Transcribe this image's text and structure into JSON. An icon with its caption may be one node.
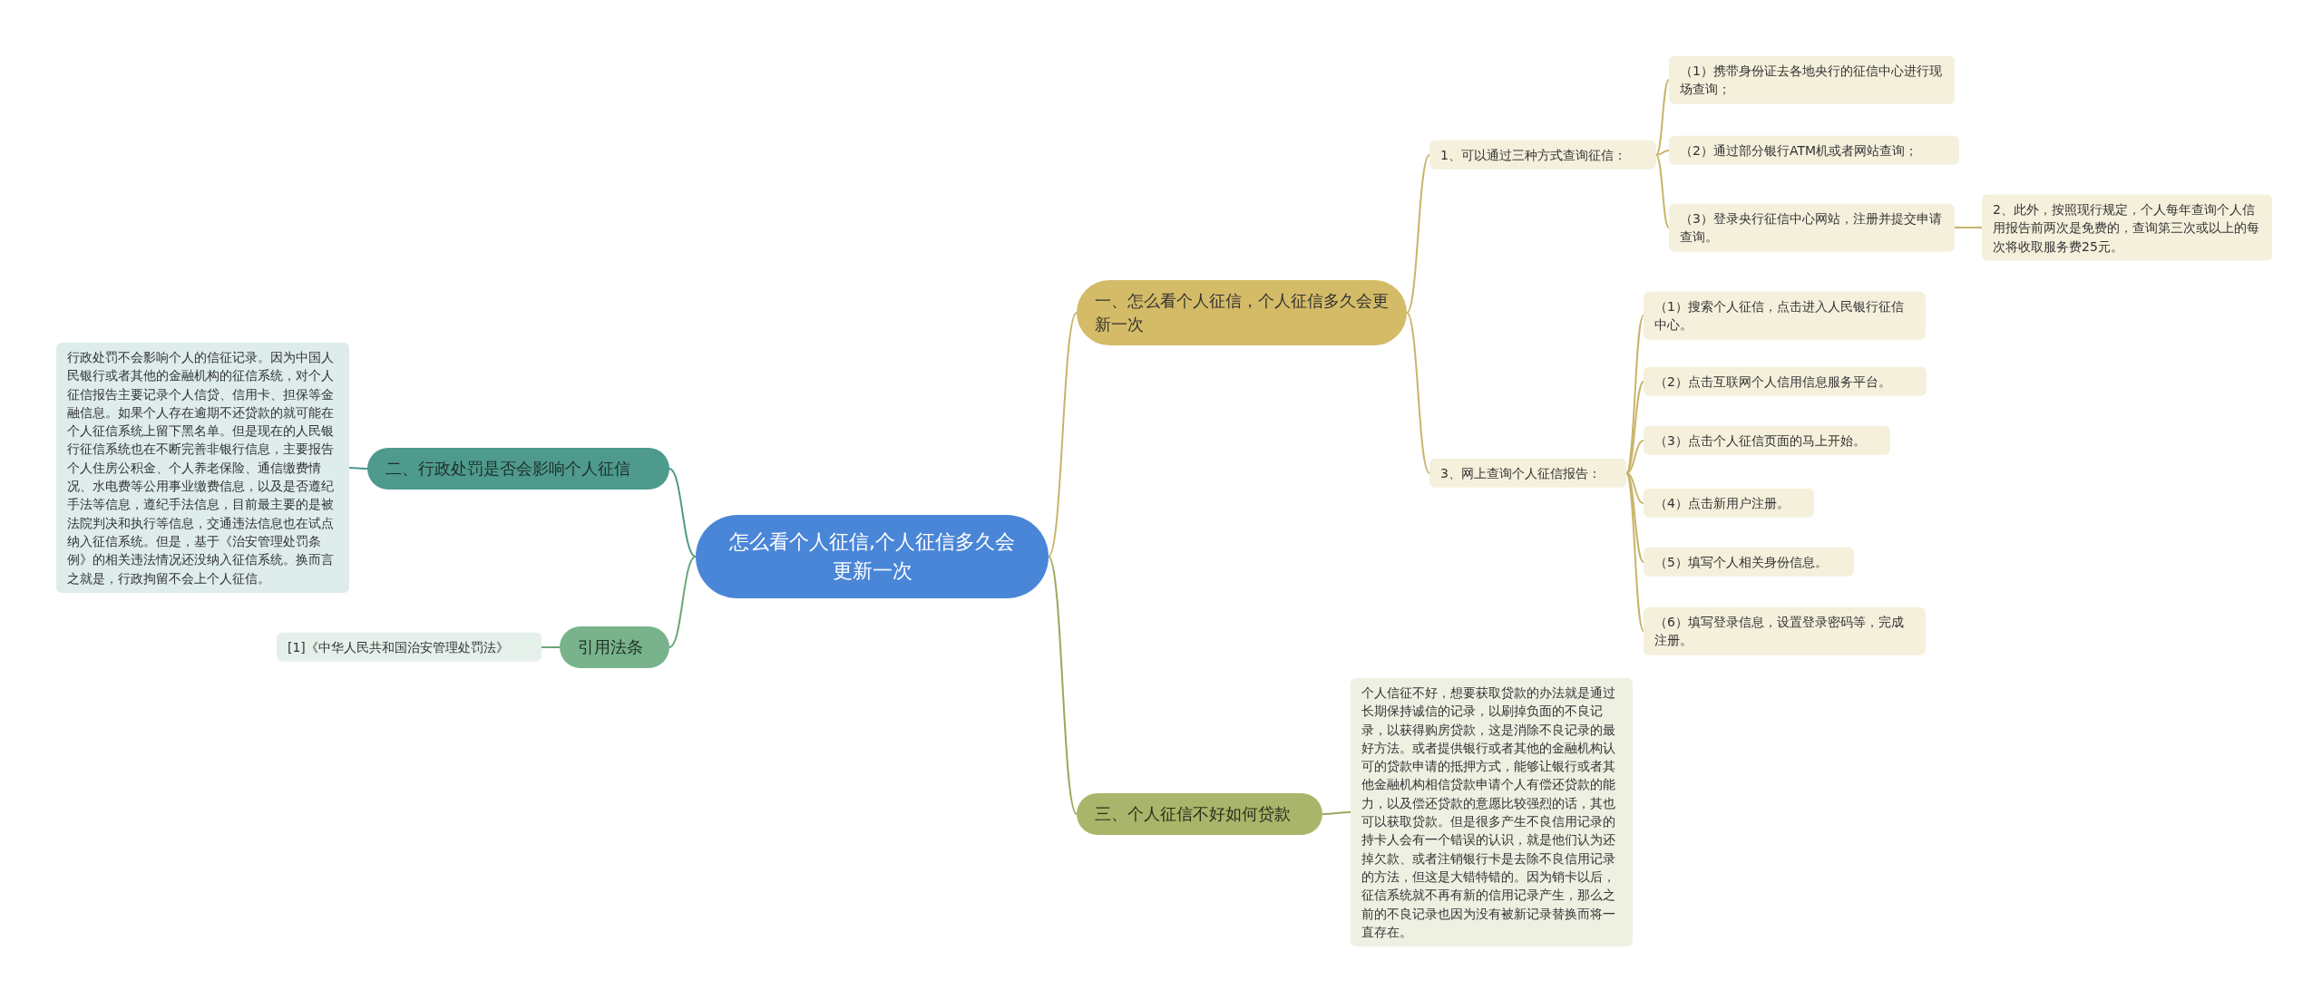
{
  "diagram": {
    "nodes": [
      {
        "text": [
          "怎么看个人征信,个人征信多久会更新一次"
        ]
      },
      {
        "text": [
          "一、怎么看个人征信，个人征信多久会更新一次"
        ]
      },
      {
        "text": [
          "1、可以通过三种方式查询征信："
        ]
      },
      {
        "text": [
          "（1）携带身份证去各地央行的征信中心进行现场查询；"
        ]
      },
      {
        "text": [
          "（2）通过部分银行ATM机或者网站查询；"
        ]
      },
      {
        "text": [
          "（3）登录央行征信中心网站，注册并提交申请查询。"
        ]
      },
      {
        "text": [
          "2、此外，按照现行规定，个人每年查询个人信用报告前两次是免费的，查询第三次或以上的每次将收取服务费25元。"
        ]
      },
      {
        "text": [
          "3、网上查询个人征信报告："
        ]
      },
      {
        "text": [
          "（1）搜索个人征信，点击进入人民银行征信中心。"
        ]
      },
      {
        "text": [
          "（2）点击互联网个人信用信息服务平台。"
        ]
      },
      {
        "text": [
          "（3）点击个人征信页面的马上开始。"
        ]
      },
      {
        "text": [
          "（4）点击新用户注册。"
        ]
      },
      {
        "text": [
          "（5）填写个人相关身份信息。"
        ]
      },
      {
        "text": [
          "（6）填写登录信息，设置登录密码等，完成注册。"
        ]
      },
      {
        "text": [
          "二、行政处罚是否会影响个人征信"
        ]
      },
      {
        "text": [
          "行政处罚不会影响个人的信征记录。因为中国人民银行或者其他的金融机构的征信系统，对个人征信报告主要记录个人信贷、信用卡、担保等金融信息。如果个人存在逾期不还贷款的就可能在个人征信系统上留下黑名单。但是现在的人民银行征信系统也在不断完善非银行信息，主要报告个人住房公积金、个人养老保险、通信缴费情况、水电费等公用事业缴费信息，以及是否遵纪手法等信息，遵纪手法信息，目前最主要的是被法院判决和执行等信息，交通违法信息也在试点纳入征信系统。但是，基于《治安管理处罚条例》的相关违法情况还没纳入征信系统。换而言之就是，行政拘留不会上个人征信。"
        ]
      },
      {
        "text": [
          "引用法条"
        ]
      },
      {
        "text": [
          "[1]《中华人民共和国治安管理处罚法》"
        ]
      },
      {
        "text": [
          "三、个人征信不好如何贷款"
        ]
      },
      {
        "text": [
          "个人信征不好，想要获取贷款的办法就是通过长期保持诚信的记录，以刷掉负面的不良记录，以获得购房贷款，这是消除不良记录的最好方法。或者提供银行或者其他的金融机构认可的贷款申请的抵押方式，能够让银行或者其他金融机构相信贷款申请个人有偿还贷款的能力，以及偿还贷款的意愿比较强烈的话，其也可以获取贷款。但是很多产生不良信用记录的持卡人会有一个错误的认识，就是他们认为还掉欠款、或者注销银行卡是去除不良信用记录的方法，但这是大错特错的。因为销卡以后，征信系统就不再有新的信用记录产生，那么之前的不良记录也因为没有被新记录替换而将一直存在。"
        ]
      }
    ],
    "edges": [
      {
        "from": 0,
        "to": 1,
        "arrow": "none"
      },
      {
        "from": 1,
        "to": 2,
        "arrow": "none"
      },
      {
        "from": 2,
        "to": 3,
        "arrow": "none"
      },
      {
        "from": 2,
        "to": 4,
        "arrow": "none"
      },
      {
        "from": 2,
        "to": 5,
        "arrow": "none"
      },
      {
        "from": 5,
        "to": 6,
        "arrow": "none"
      },
      {
        "from": 1,
        "to": 7,
        "arrow": "none"
      },
      {
        "from": 7,
        "to": 8,
        "arrow": "none"
      },
      {
        "from": 7,
        "to": 9,
        "arrow": "none"
      },
      {
        "from": 7,
        "to": 10,
        "arrow": "none"
      },
      {
        "from": 7,
        "to": 11,
        "arrow": "none"
      },
      {
        "from": 7,
        "to": 12,
        "arrow": "none"
      },
      {
        "from": 7,
        "to": 13,
        "arrow": "none"
      },
      {
        "from": 0,
        "to": 14,
        "arrow": "none",
        "color": "#4e9a8c"
      },
      {
        "from": 14,
        "to": 15,
        "arrow": "none",
        "color": "#4e9a8c"
      },
      {
        "from": 0,
        "to": 16,
        "arrow": "none",
        "color": "#6aa57a"
      },
      {
        "from": 16,
        "to": 17,
        "arrow": "none",
        "color": "#6aa57a"
      },
      {
        "from": 0,
        "to": 18,
        "arrow": "none",
        "color": "#9aa85a"
      },
      {
        "from": 18,
        "to": 19,
        "arrow": "none",
        "color": "#9aa85a"
      }
    ]
  }
}
